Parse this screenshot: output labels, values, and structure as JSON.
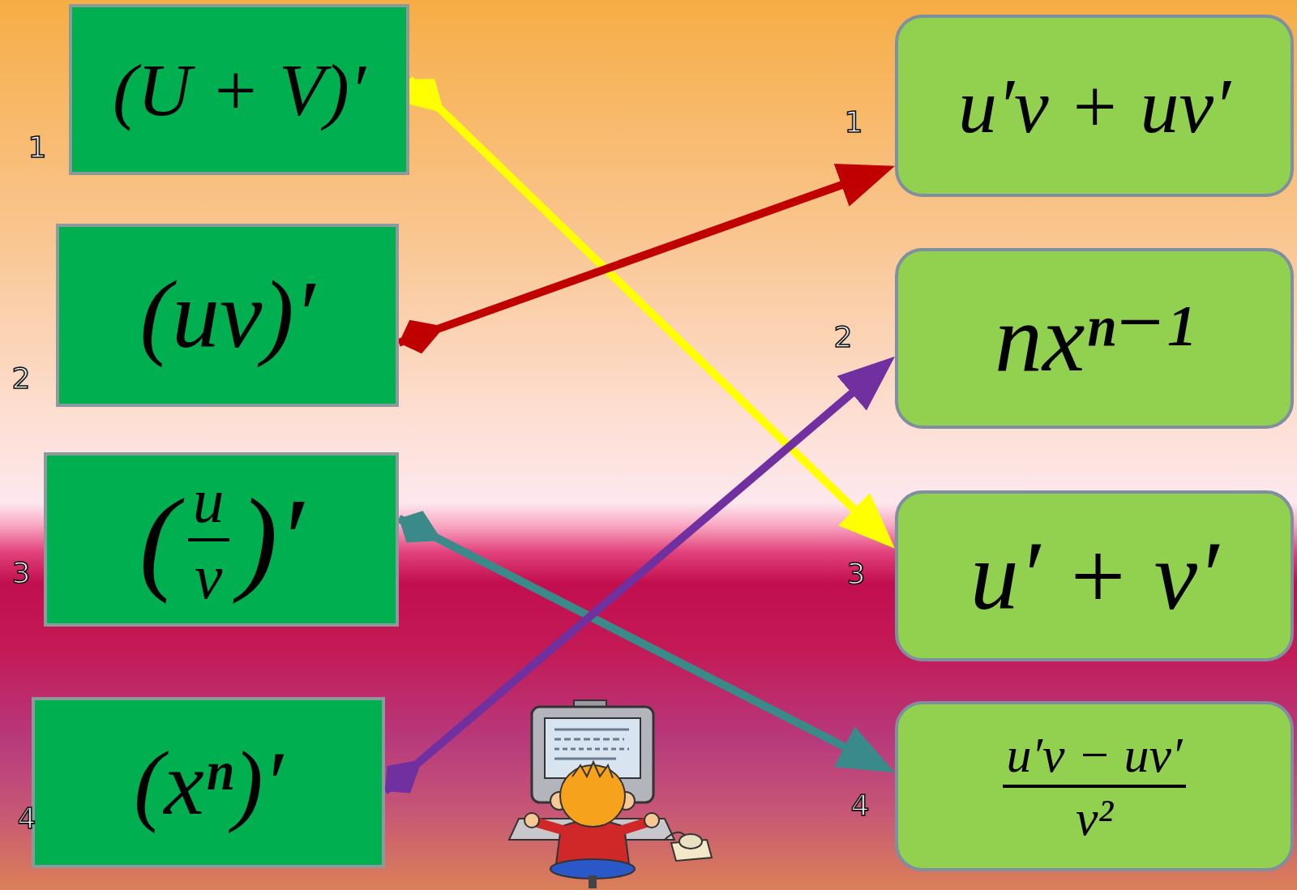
{
  "diagram": {
    "nodes": [
      {
        "text": [
          "(U + V)′"
        ]
      },
      {
        "text": [
          "(uv)′"
        ]
      },
      {
        "text": [
          "(",
          "u",
          "v",
          ")′"
        ]
      },
      {
        "text": [
          "(xⁿ)′"
        ]
      },
      {
        "text": [
          "u′v + uv′"
        ]
      },
      {
        "text": [
          "nxⁿ⁻¹"
        ]
      },
      {
        "text": [
          "u′ + v′"
        ]
      },
      {
        "text": [
          "u′v − uv′",
          "v²"
        ]
      }
    ],
    "edges": [
      {
        "from": 0,
        "to": 6,
        "arrow": "to"
      },
      {
        "from": 1,
        "to": 4,
        "arrow": "to"
      },
      {
        "from": 2,
        "to": 7,
        "arrow": "to"
      },
      {
        "from": 3,
        "to": 5,
        "arrow": "to"
      }
    ],
    "labels": [
      "1",
      "2",
      "3",
      "4",
      "1",
      "2",
      "3",
      "4"
    ]
  }
}
